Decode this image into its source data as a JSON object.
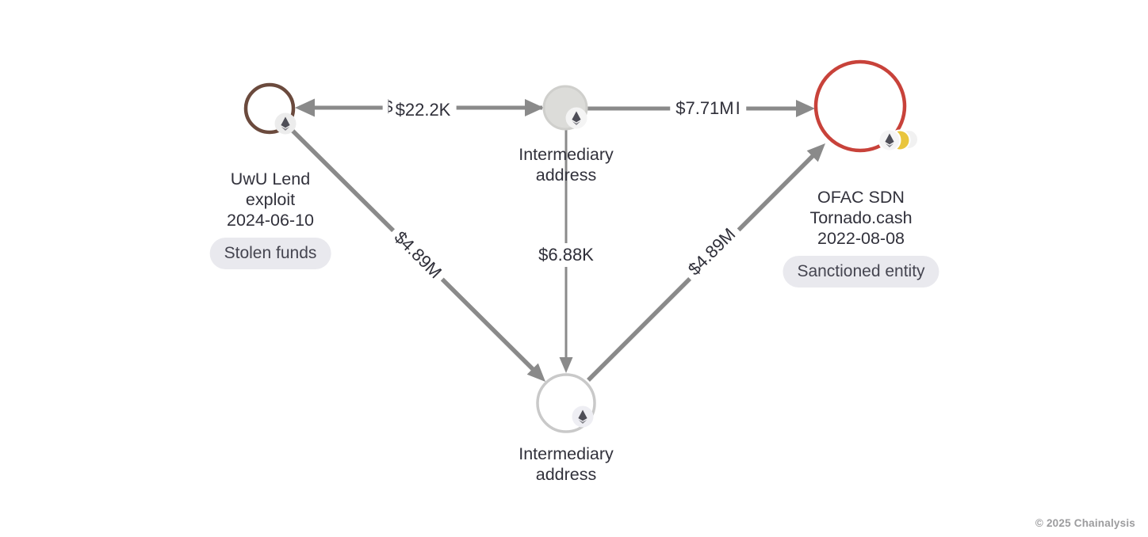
{
  "diagram": {
    "nodes": {
      "source": {
        "title_lines": [
          "UwU Lend",
          "exploit",
          "2024-06-10"
        ],
        "badge": "Stolen funds",
        "ring_color": "#6b4a3d",
        "asset_icon": "ethereum-icon"
      },
      "intermediary_top": {
        "title_lines": [
          "Intermediary",
          "address"
        ],
        "fill_color": "#dcdcd9",
        "asset_icon": "ethereum-icon"
      },
      "sanctioned": {
        "title_lines": [
          "OFAC SDN",
          "Tornado.cash",
          "2022-08-08"
        ],
        "badge": "Sanctioned entity",
        "ring_color": "#c8423a",
        "asset_icons": [
          "ethereum-icon",
          "gold-coin-icon",
          "coin-icon"
        ]
      },
      "intermediary_bottom": {
        "title_lines": [
          "Intermediary",
          "address"
        ],
        "ring_color": "#c9c9c9",
        "asset_icon": "ethereum-icon"
      }
    },
    "edges": {
      "top_to_source": {
        "label": "$22.2K",
        "clipped_fragment": "$"
      },
      "top_to_sanctioned": {
        "label": "$7.71M",
        "clipped_fragment": "I"
      },
      "source_to_bottom": {
        "label": "$4.89M"
      },
      "top_to_bottom": {
        "label": "$6.88K"
      },
      "bottom_to_sanctioned": {
        "label": "$4.89M"
      }
    },
    "colors": {
      "edge": "#8a8a8a",
      "text": "#31313b",
      "badge_bg": "#e9e9ee",
      "source_ring": "#6b4a3d",
      "sanctioned_ring": "#c8423a",
      "intermediary_fill": "#dcdcd9",
      "intermediary_ring": "#c9c9c9",
      "eth_badge_bg": "#f2f2f2",
      "gold_coin": "#e9c53d"
    },
    "copyright": "© 2025 Chainalysis"
  }
}
